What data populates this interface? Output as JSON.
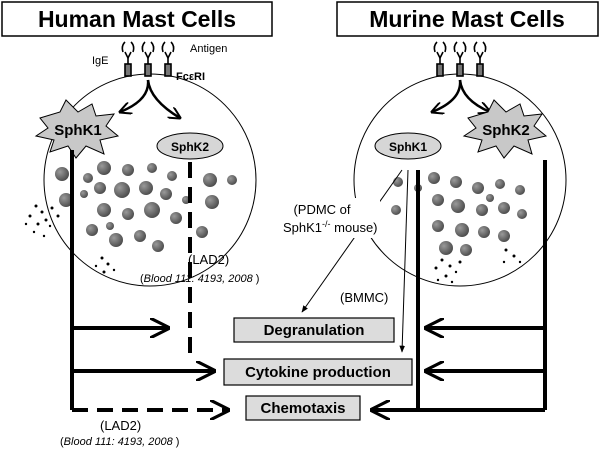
{
  "titles": {
    "human": "Human Mast Cells",
    "murine": "Murine Mast Cells"
  },
  "receptor": {
    "ige": "IgE",
    "antigen": "Antigen",
    "fceri": "FcεRI"
  },
  "kinases": {
    "human_sphk1": "SphK1",
    "human_sphk2": "SphK2",
    "murine_sphk1": "SphK1",
    "murine_sphk2": "SphK2"
  },
  "outcomes": {
    "degranulation": "Degranulation",
    "cytokine": "Cytokine production",
    "chemotaxis": "Chemotaxis"
  },
  "notes": {
    "pdmc_line1": "(PDMC of",
    "pdmc_line2": "SphK1",
    "pdmc_sup": "-/-",
    "pdmc_line2_end": " mouse)",
    "bmmc": "(BMMC)",
    "lad2_upper": "(LAD2)",
    "cite_upper_italic": "Blood 111: 4193, 2008",
    "cite_upper_end": " )",
    "cite_upper_open": "(",
    "lad2_lower": "(LAD2)",
    "cite_lower_open": "(",
    "cite_lower_italic": "Blood 111: 4193, 2008",
    "cite_lower_end": " )"
  },
  "colors": {
    "line": "#000000",
    "box_fill": "#dcdcdc",
    "granule": "#6e6e6e",
    "burst": "#c8c8c8",
    "sphk_oval": "#d6d6d6"
  }
}
